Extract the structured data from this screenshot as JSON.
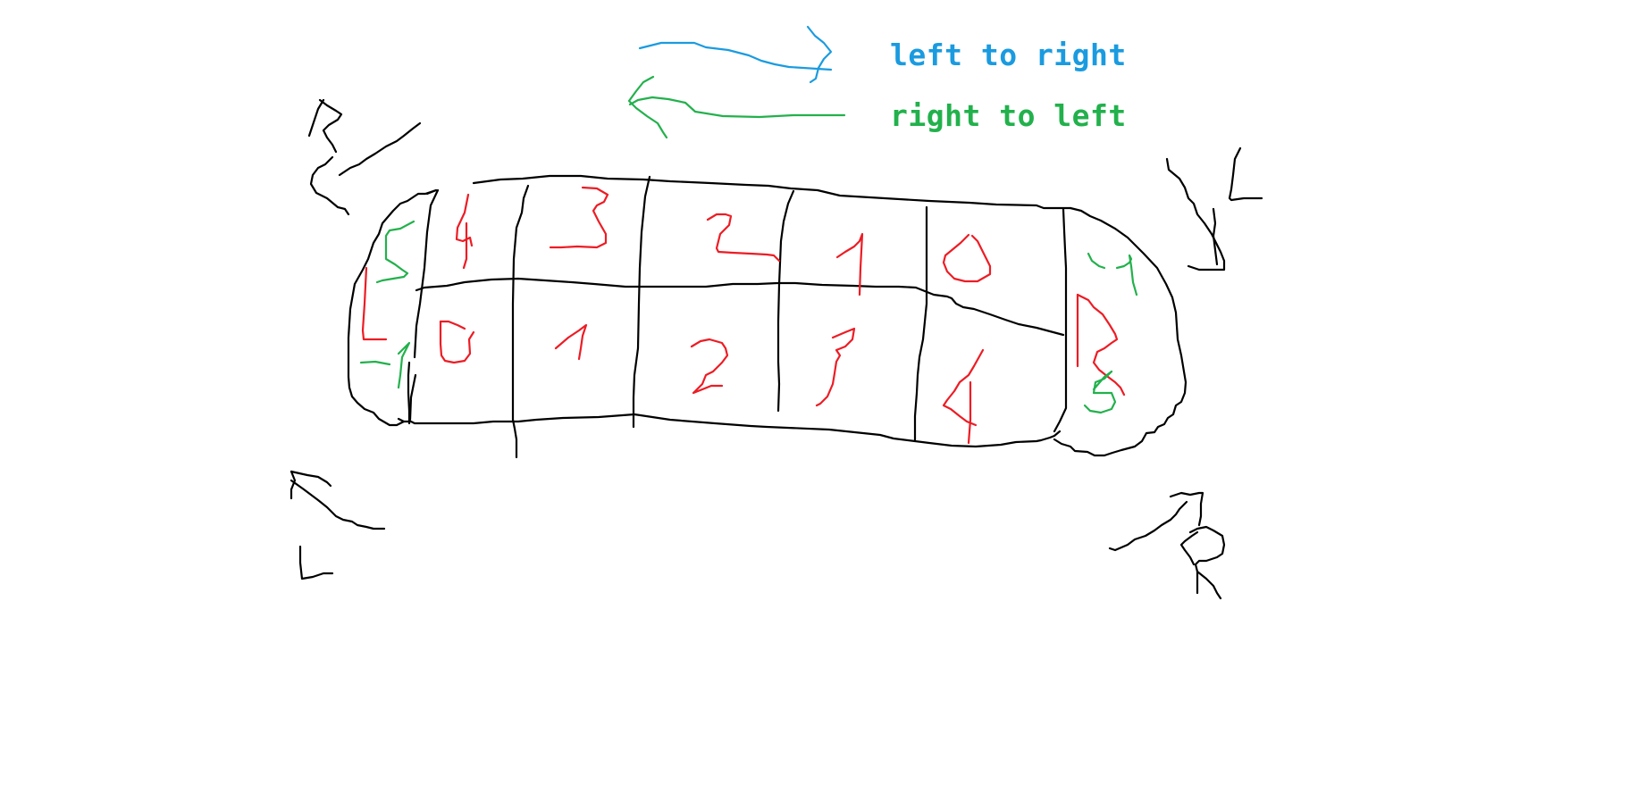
{
  "legend": {
    "left_to_right": {
      "label": "left to right",
      "color": "#1a9be0"
    },
    "right_to_left": {
      "label": "right to left",
      "color": "#22b14c"
    }
  },
  "pit_labels": {
    "top_row": [
      "4",
      "3",
      "2",
      "1",
      "0"
    ],
    "bottom_row": [
      "0",
      "1",
      "2",
      "3",
      "4"
    ],
    "left_store": "L",
    "right_store": "R",
    "left_store_green_top": "5",
    "left_store_green_bottom": "-1",
    "right_store_green_top": "-1",
    "right_store_green_bottom": "5"
  },
  "corner_labels": {
    "top_left": "R",
    "top_right": "L",
    "bottom_left": "L",
    "bottom_right": "R"
  },
  "colors": {
    "ink": "#000000",
    "red": "#ed1c24",
    "green": "#22b14c",
    "blue": "#1a9be0"
  }
}
